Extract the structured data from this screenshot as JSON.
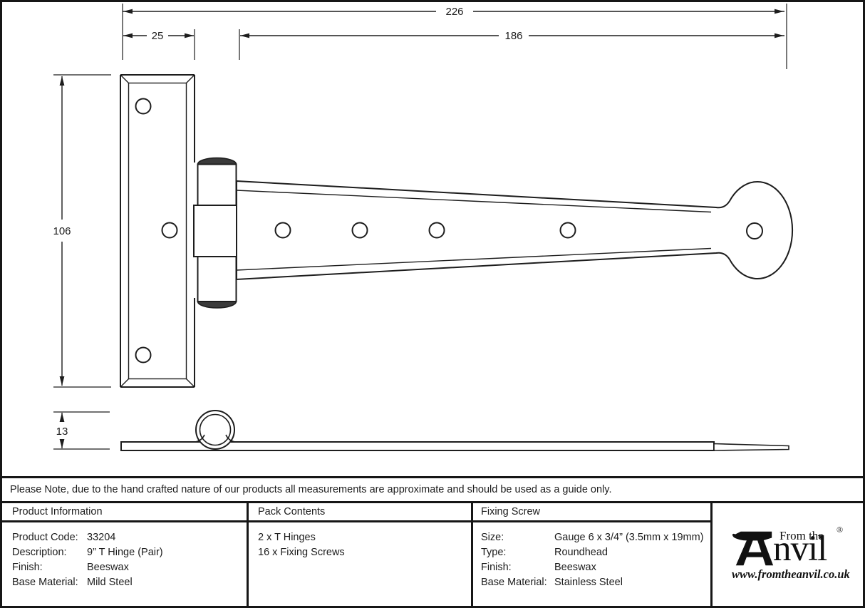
{
  "drawing": {
    "dim_total_length": "226",
    "dim_strap_length": "186",
    "dim_plate_width": "25",
    "dim_plate_height": "106",
    "dim_knuckle_thickness": "13"
  },
  "note": {
    "text": "Please Note, due to the hand crafted nature of our products all measurements are approximate and should be used as a guide only."
  },
  "table": {
    "product_information": {
      "header": "Product Information",
      "rows": [
        {
          "label": "Product Code:",
          "value": "33204"
        },
        {
          "label": "Description:",
          "value": "9” T Hinge (Pair)"
        },
        {
          "label": "Finish:",
          "value": "Beeswax"
        },
        {
          "label": "Base Material:",
          "value": "Mild Steel"
        }
      ]
    },
    "pack_contents": {
      "header": "Pack Contents",
      "items": [
        "2 x T Hinges",
        "16 x Fixing Screws"
      ]
    },
    "fixing_screw": {
      "header": "Fixing Screw",
      "rows": [
        {
          "label": "Size:",
          "value": "Gauge 6 x 3/4” (3.5mm x 19mm)"
        },
        {
          "label": "Type:",
          "value": "Roundhead"
        },
        {
          "label": "Finish:",
          "value": "Beeswax"
        },
        {
          "label": "Base Material:",
          "value": "Stainless Steel"
        }
      ]
    }
  },
  "logo": {
    "from_the": "From the",
    "diamond": "♦",
    "brand": "Anvil",
    "brand_tail": "nvil",
    "registered": "®",
    "website": "www.fromtheanvil.co.uk"
  }
}
